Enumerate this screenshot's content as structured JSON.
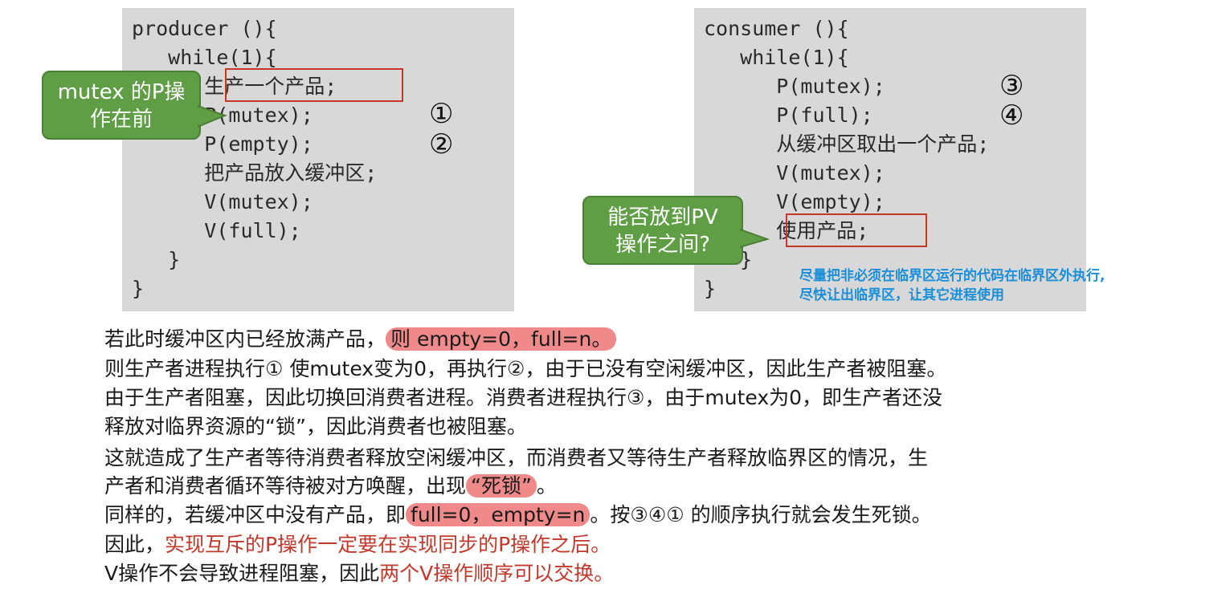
{
  "producer": {
    "lines": [
      "producer (){",
      "   while(1){",
      "      生产一个产品;",
      "      P(mutex);",
      "      P(empty);",
      "      把产品放入缓冲区;",
      "      V(mutex);",
      "      V(full);",
      "   }",
      "}"
    ],
    "markers": [
      "①",
      "②"
    ]
  },
  "consumer": {
    "lines": [
      "consumer (){",
      "   while(1){",
      "      P(mutex);",
      "      P(full);",
      "      从缓冲区取出一个产品;",
      "      V(mutex);",
      "      V(empty);",
      "      使用产品;",
      "   }",
      "}"
    ],
    "markers": [
      "③",
      "④"
    ]
  },
  "callouts": {
    "left": [
      "mutex 的P操",
      "作在前"
    ],
    "right": [
      "能否放到PV",
      "操作之间?"
    ]
  },
  "note": [
    "尽量把非必须在临界区运行的代码在临界区外执行,",
    "尽快让出临界区，让其它进程使用"
  ],
  "paragraphs": {
    "p1a": "若此时缓冲区内已经放满产品，",
    "p1b": "则 empty=0，full=n。",
    "p2": "则生产者进程执行① 使mutex变为0，再执行②，由于已没有空闲缓冲区，因此生产者被阻塞。",
    "p3": "由于生产者阻塞，因此切换回消费者进程。消费者进程执行③，由于mutex为0，即生产者还没",
    "p4": "释放对临界资源的“锁”，因此消费者也被阻塞。",
    "p5": "这就造成了生产者等待消费者释放空闲缓冲区，而消费者又等待生产者释放临界区的情况，生",
    "p6a": "产者和消费者循环等待被对方唤醒，出现",
    "p6b": "“死锁”",
    "p6c": "。",
    "p7a": "同样的，若缓冲区中没有产品，即",
    "p7b": "full=0，empty=n",
    "p7c": "。按③④① 的顺序执行就会发生死锁。",
    "p8a": "因此，",
    "p8b": "实现互斥的P操作一定要在实现同步的P操作之后。",
    "p9a": "V操作不会导致进程阻塞，因此",
    "p9b": "两个V操作顺序可以交换。"
  }
}
